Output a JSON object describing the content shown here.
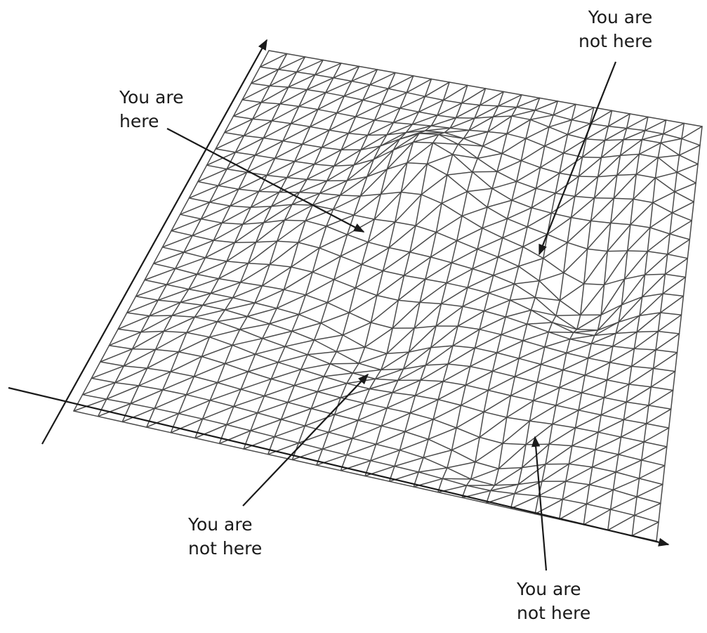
{
  "colors": {
    "mesh": "#4a4a4a",
    "axis": "#1a1a1a",
    "arrow": "#1a1a1a",
    "background": "#ffffff"
  },
  "labels": {
    "here": {
      "line1": "You are",
      "line2": "here"
    },
    "top_right": {
      "line1": "You are",
      "line2": "not here"
    },
    "bottom_left": {
      "line1": "You are",
      "line2": "not here"
    },
    "bottom_right": {
      "line1": "You are",
      "line2": "not here"
    }
  }
}
